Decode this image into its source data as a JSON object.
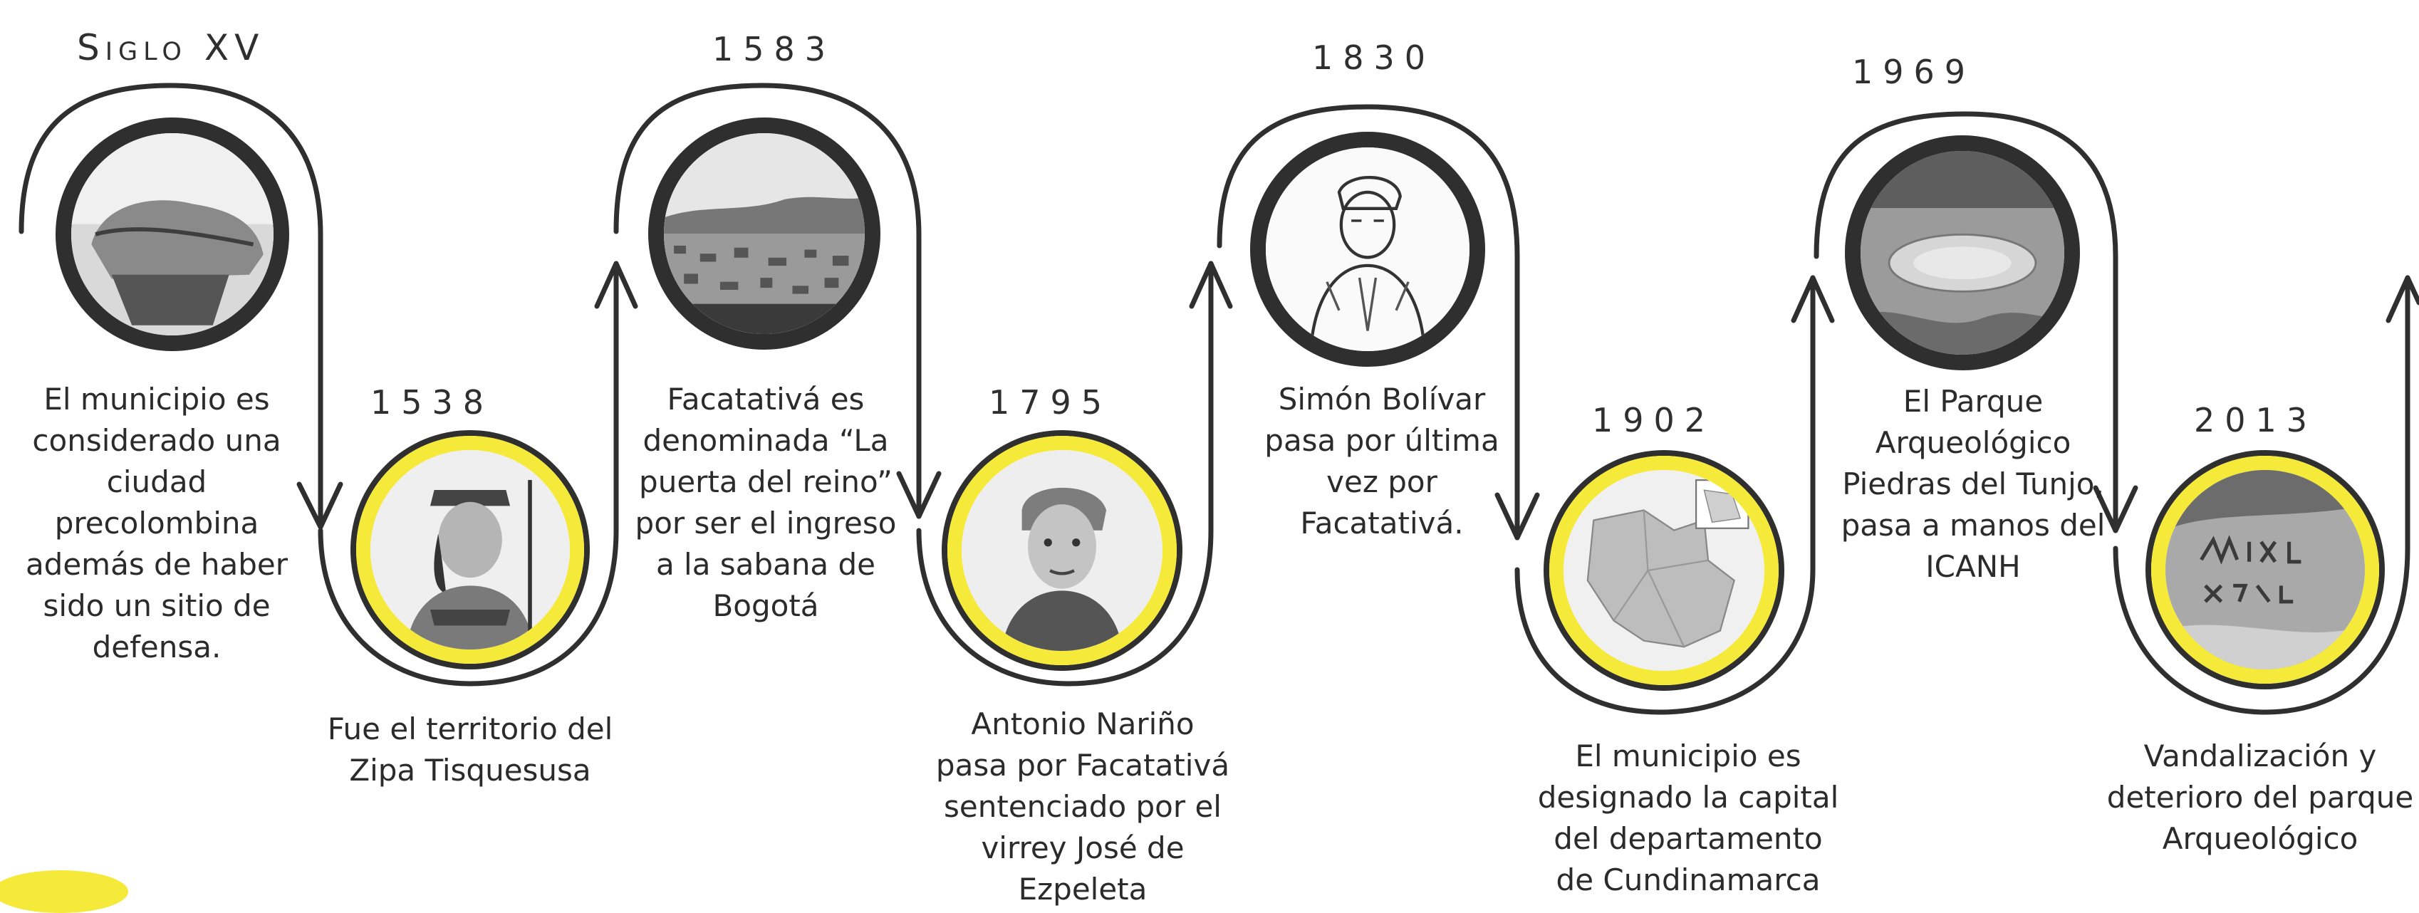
{
  "events": [
    {
      "id": "siglo-xv",
      "year": "Siglo XV",
      "desc_lines": [
        "El municipio es",
        "considerado una",
        "ciudad",
        "precolombina",
        "además de haber",
        "sido un sitio de",
        "defensa."
      ],
      "image": "rock-formation-photo"
    },
    {
      "id": "1538",
      "year": "1538",
      "desc_lines": [
        "Fue el territorio del",
        "Zipa Tisquesusa"
      ],
      "image": "zipa-portrait"
    },
    {
      "id": "1583",
      "year": "1583",
      "desc_lines": [
        "Facatativá es",
        "denominada “La",
        "puerta del reino”",
        "por ser el ingreso",
        "a la sabana de",
        "Bogotá"
      ],
      "image": "city-landscape-photo"
    },
    {
      "id": "1795",
      "year": "1795",
      "desc_lines": [
        "Antonio Nariño",
        "pasa por Facatativá",
        "sentenciado por el",
        "virrey José de",
        "Ezpeleta"
      ],
      "image": "narino-portrait"
    },
    {
      "id": "1830",
      "year": "1830",
      "desc_lines": [
        "Simón Bolívar",
        "pasa por última",
        "vez por",
        "Facatativá."
      ],
      "image": "bolivar-sketch"
    },
    {
      "id": "1902",
      "year": "1902",
      "desc_lines": [
        "El municipio es",
        "designado la capital",
        "del departamento",
        "de Cundinamarca"
      ],
      "image": "department-map"
    },
    {
      "id": "1969",
      "year": "1969",
      "desc_lines": [
        "El Parque",
        "Arqueológico",
        "Piedras del Tunjo,",
        "pasa a manos del",
        "ICANH"
      ],
      "image": "park-aerial-photo"
    },
    {
      "id": "2013",
      "year": "2013",
      "desc_lines": [
        "Vandalización y",
        "deterioro del parque",
        "Arqueológico"
      ],
      "image": "graffiti-rock-photo"
    }
  ],
  "colors": {
    "line": "#2f2f2f",
    "accent_yellow": "#f5e93a"
  }
}
